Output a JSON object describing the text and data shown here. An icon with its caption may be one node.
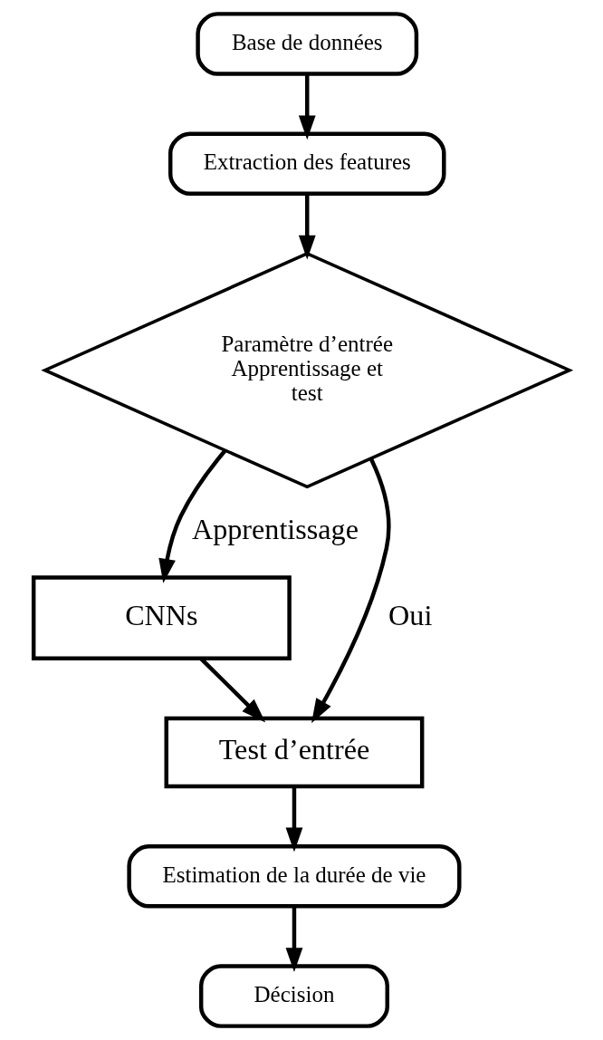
{
  "diagram": {
    "nodes": [
      {
        "text": [
          "Base de données"
        ]
      },
      {
        "text": [
          "Extraction des features"
        ]
      },
      {
        "text": [
          "Paramètre d’entrée Apprentissage et test"
        ]
      },
      {
        "text": [
          "CNNs"
        ]
      },
      {
        "text": [
          "Test d’entrée"
        ]
      },
      {
        "text": [
          "Estimation de la durée de vie"
        ]
      },
      {
        "text": [
          "Décision"
        ]
      }
    ],
    "edges": [
      {
        "from": 0,
        "to": 1,
        "arrow": "to"
      },
      {
        "from": 1,
        "to": 2,
        "arrow": "to"
      },
      {
        "from": 2,
        "to": 3,
        "arrow": "to",
        "label": "Apprentissage"
      },
      {
        "from": 2,
        "to": 4,
        "arrow": "to",
        "label": "Oui"
      },
      {
        "from": 3,
        "to": 4,
        "arrow": "to"
      },
      {
        "from": 4,
        "to": 5,
        "arrow": "to"
      },
      {
        "from": 5,
        "to": 6,
        "arrow": "to"
      }
    ]
  }
}
